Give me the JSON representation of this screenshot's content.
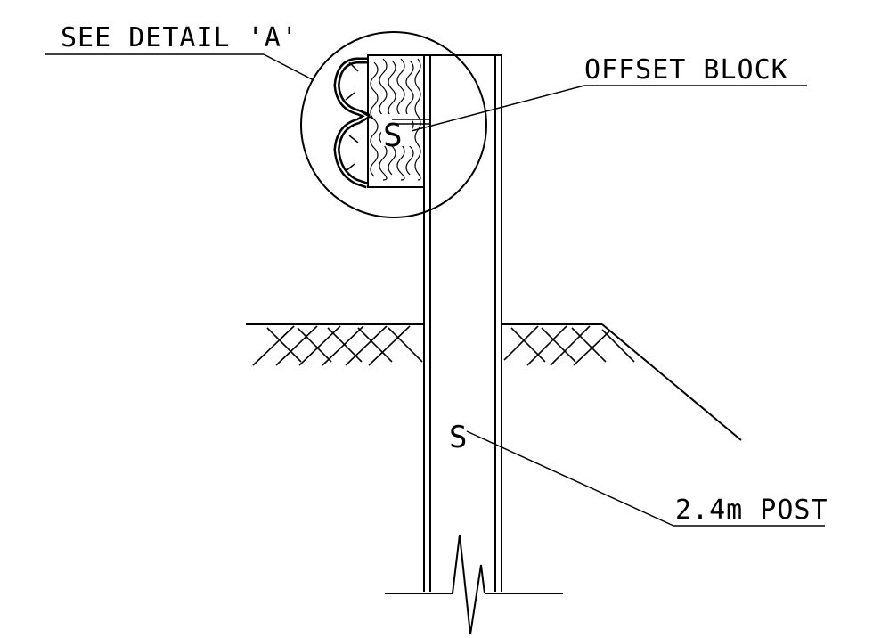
{
  "labels": {
    "detail": "SEE DETAIL 'A'",
    "offset_block": "OFFSET BLOCK",
    "post": "2.4m POST",
    "block_mark": "S",
    "post_mark": "S"
  },
  "colors": {
    "ink": "#000000",
    "background": "#ffffff"
  }
}
